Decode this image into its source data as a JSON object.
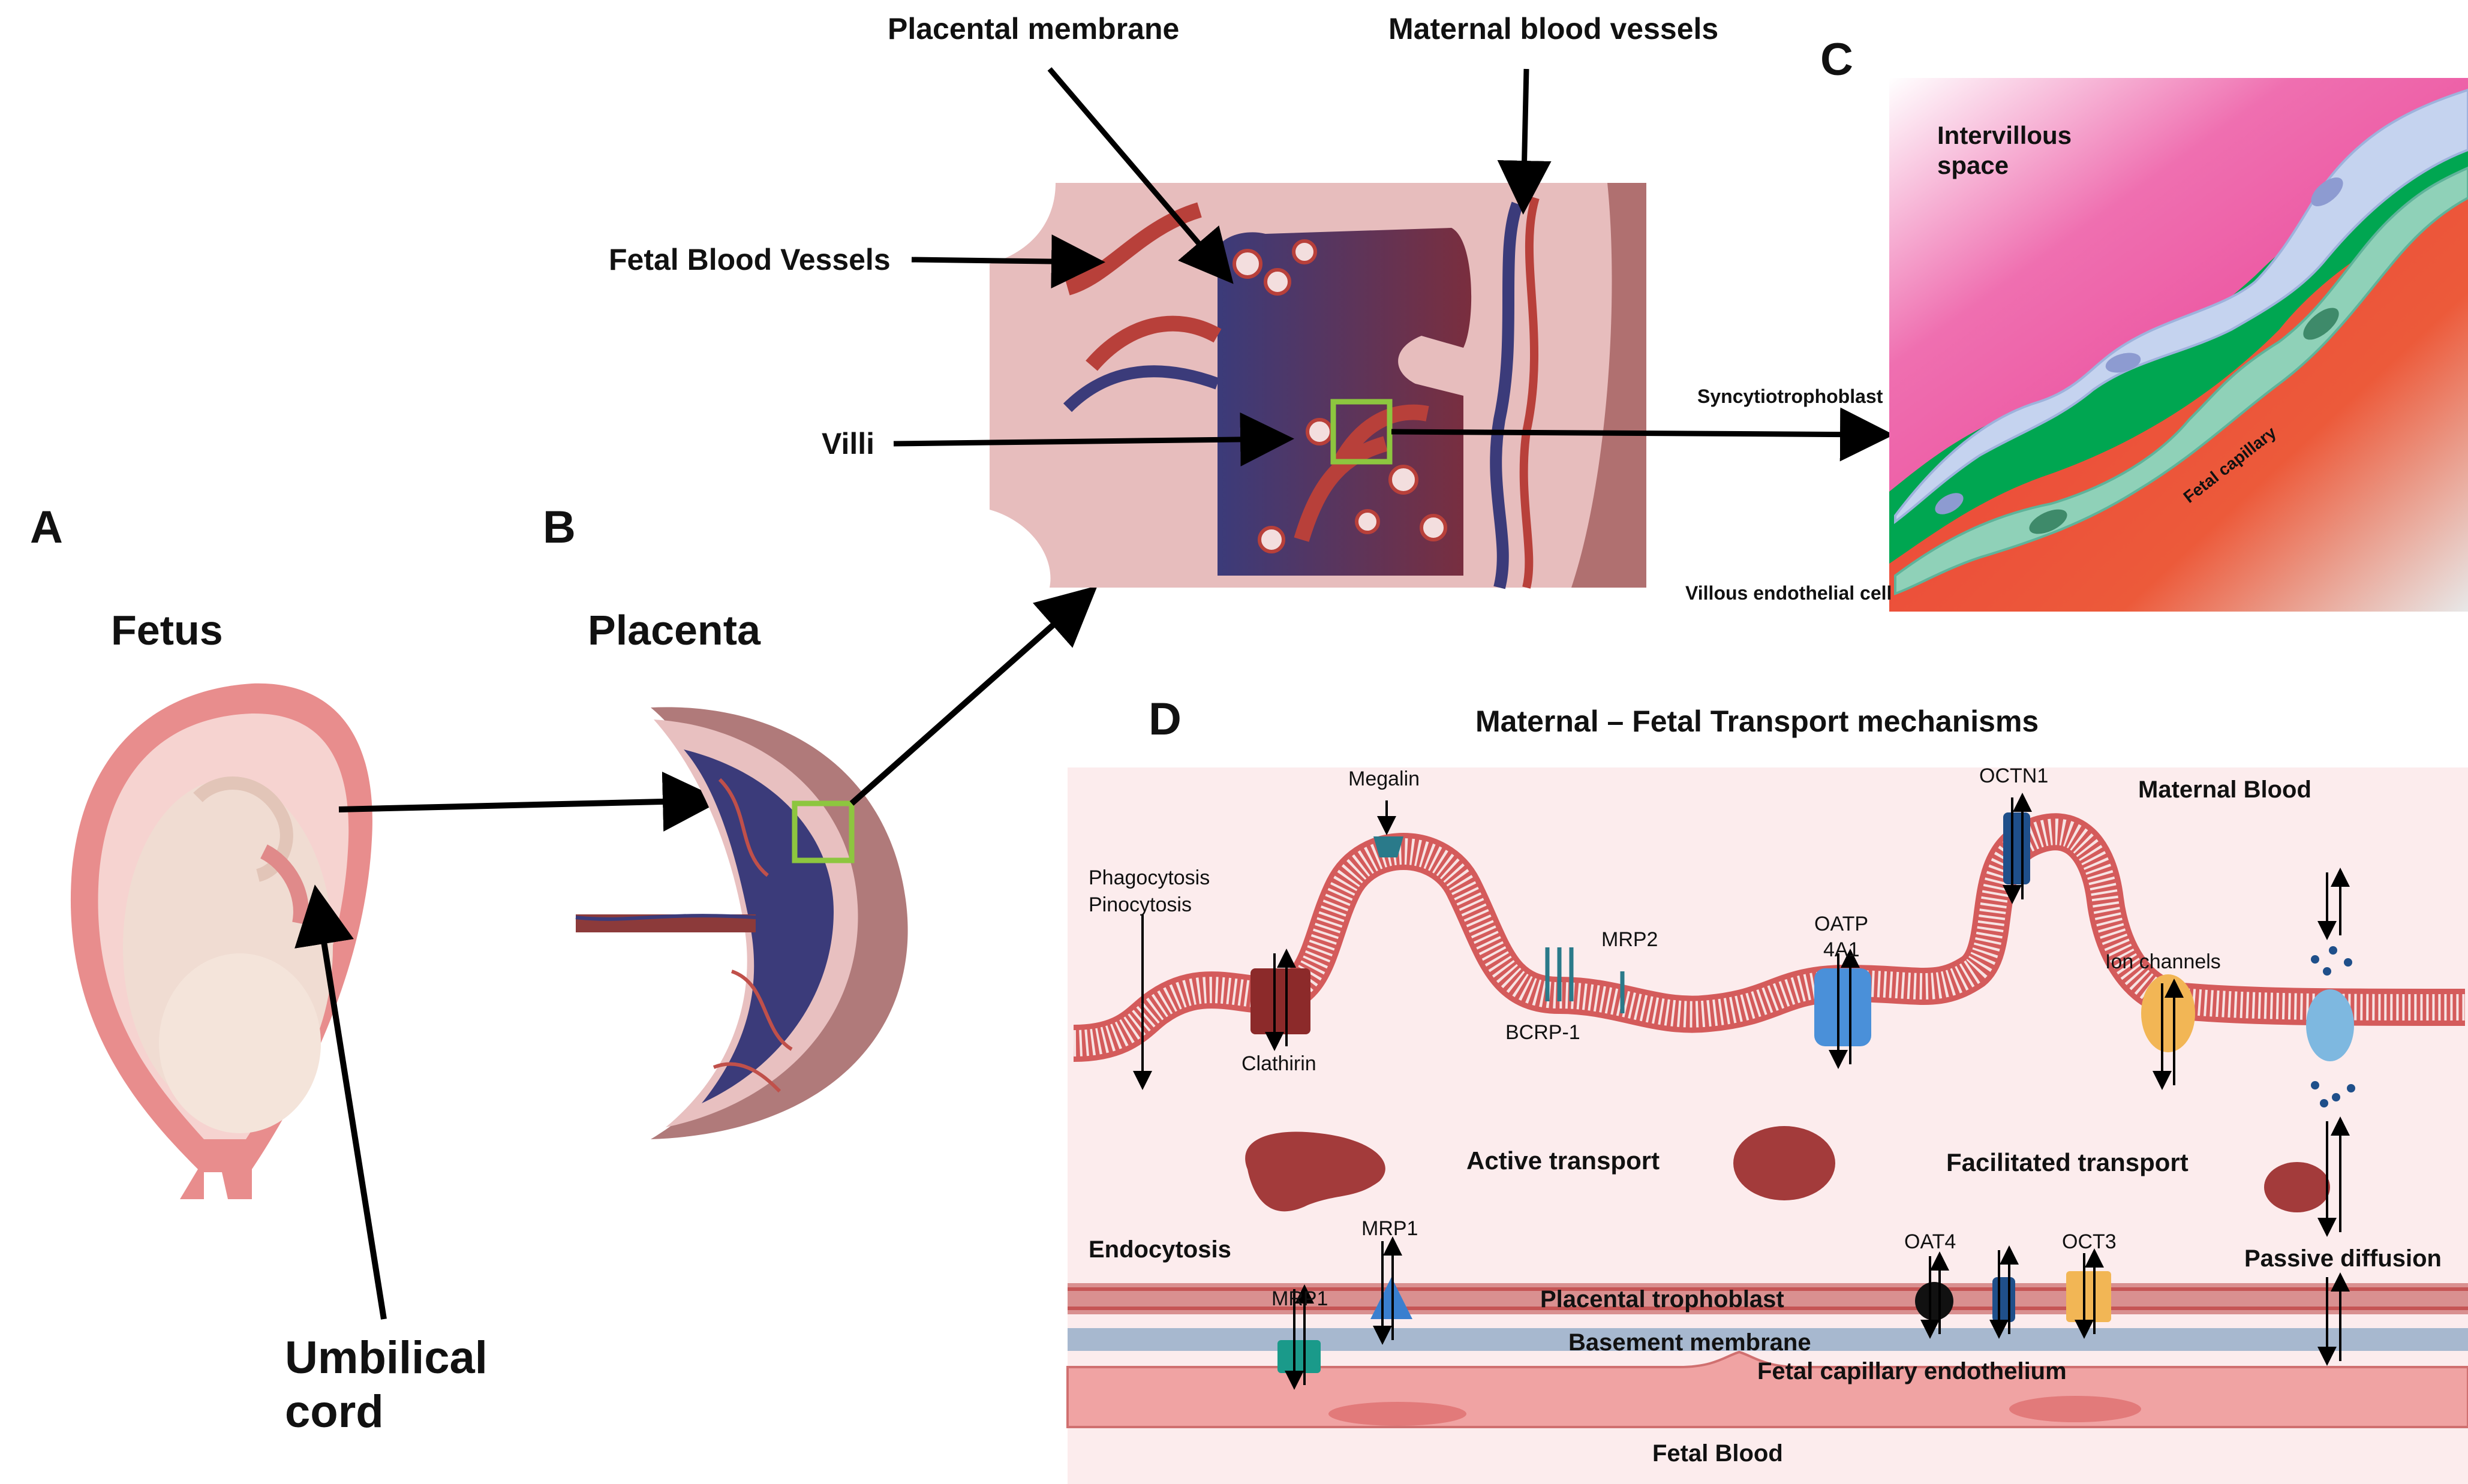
{
  "panels": {
    "a": {
      "letter": "A",
      "title": "Fetus",
      "cord_label_line1": "Umbilical",
      "cord_label_line2": "cord"
    },
    "b": {
      "letter": "B",
      "title": "Placenta"
    },
    "zoom": {
      "placental_membrane": "Placental membrane",
      "maternal_blood_vessels": "Maternal blood vessels",
      "fetal_blood_vessels": "Fetal Blood Vessels",
      "villi": "Villi"
    },
    "c": {
      "letter": "C",
      "intervillous_line1": "Intervillous",
      "intervillous_line2": "space",
      "syncytiotrophoblast": "Syncytiotrophoblast",
      "fetal_capillary": "Fetal capillary",
      "villous_endothelial": "Villous endothelial cell"
    },
    "d": {
      "letter": "D",
      "title": "Maternal – Fetal Transport mechanisms",
      "maternal_blood": "Maternal Blood",
      "megalin": "Megalin",
      "octn1": "OCTN1",
      "phago_line1": "Phagocytosis",
      "phago_line2": "Pinocytosis",
      "clathirin": "Clathirin",
      "mrp2": "MRP2",
      "bcrp1": "BCRP-1",
      "oatp_line1": "OATP",
      "oatp_line2": "4A1",
      "ion_channels": "Ion channels",
      "active_transport": "Active transport",
      "facilitated_transport": "Facilitated transport",
      "endocytosis": "Endocytosis",
      "mrp1_top": "MRP1",
      "mrp1_left": "MRP1",
      "oat4": "OAT4",
      "oct3": "OCT3",
      "passive_diffusion": "Passive diffusion",
      "placental_trophoblast": "Placental trophoblast",
      "basement_membrane": "Basement membrane",
      "fetal_capillary_endothelium": "Fetal capillary endothelium",
      "fetal_blood": "Fetal Blood"
    }
  },
  "colors": {
    "arrow": "#000000",
    "highlight_box": "#8dc63f",
    "fetal_vessel": "#b8403a",
    "maternal_vessel": "#3b3b7a",
    "tissue_pink": "#e7bdbd",
    "membrane_red": "#d9696a",
    "c_magenta": "#e8378f",
    "c_green": "#00a651",
    "c_red": "#ec3a3a",
    "cell_blue": "#c5d3ef",
    "cell_teal": "#8fd1b8"
  }
}
